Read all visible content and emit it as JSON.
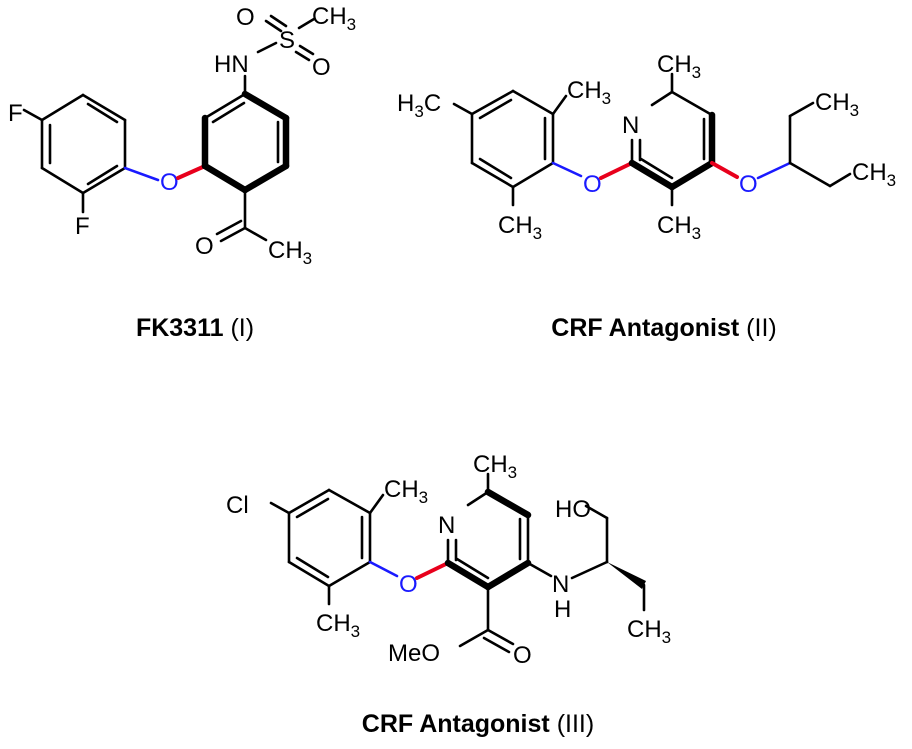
{
  "colors": {
    "bond": "#000000",
    "oxygen_ether": "#1a1aff",
    "highlight_bond": "#e8001c",
    "background": "#ffffff"
  },
  "molecules": [
    {
      "caption_name": "FK3311",
      "caption_num": "(I)",
      "atoms": {
        "f1": "F",
        "f2": "F",
        "o_ether": "O",
        "nh": "HN",
        "s": "S",
        "o_s1": "O",
        "o_s2": "O",
        "ch3_s": "CH",
        "ch3_s_sub": "3",
        "o_keto": "O",
        "ch3_keto": "CH",
        "ch3_keto_sub": "3"
      }
    },
    {
      "caption_name": "CRF Antagonist",
      "caption_num": "(II)",
      "atoms": {
        "h3c": "H",
        "h3c_sub": "3",
        "h3c_c": "C",
        "ch3_a": "CH",
        "ch3_a_sub": "3",
        "ch3_b": "CH",
        "ch3_b_sub": "3",
        "n": "N",
        "o_ar": "O",
        "ch3_py_top": "CH",
        "ch3_py_top_sub": "3",
        "ch3_py_bot": "CH",
        "ch3_py_bot_sub": "3",
        "o_pent": "O",
        "ch3_e1": "CH",
        "ch3_e1_sub": "3",
        "ch3_e2": "CH",
        "ch3_e2_sub": "3"
      }
    },
    {
      "caption_name": "CRF Antagonist",
      "caption_num": "(III)",
      "atoms": {
        "cl": "Cl",
        "ch3_a": "CH",
        "ch3_a_sub": "3",
        "ch3_b": "CH",
        "ch3_b_sub": "3",
        "o_ar": "O",
        "n": "N",
        "ch3_py": "CH",
        "ch3_py_sub": "3",
        "meo": "MeO",
        "o_carb": "O",
        "n_h": "N",
        "h": "H",
        "ho": "HO",
        "ch3_et": "CH",
        "ch3_et_sub": "3"
      }
    }
  ]
}
